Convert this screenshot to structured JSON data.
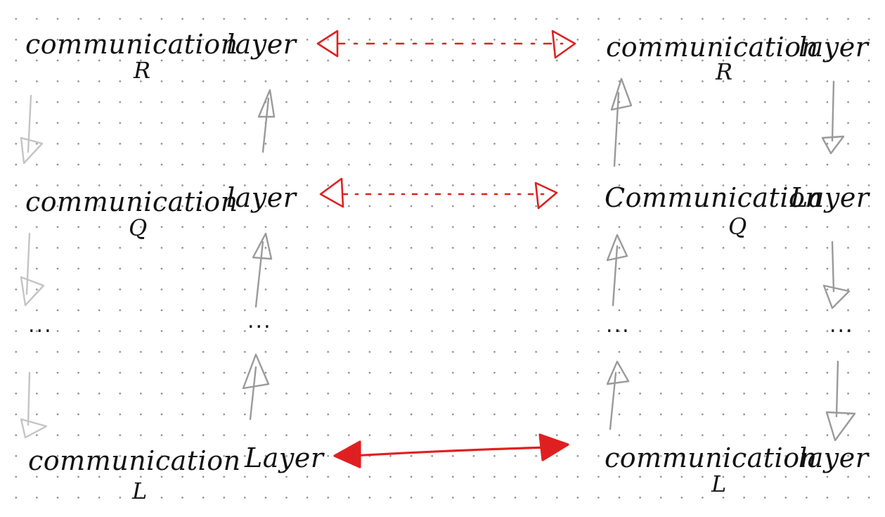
{
  "colors": {
    "text": "#111111",
    "peer_arrow": "#e02020",
    "flow_arrow": "#9a9a9a",
    "flow_arrow_light": "#c4c4c4",
    "grid_dot": "#8a8a8a"
  },
  "left_stack": {
    "layer_r": {
      "title": "communication",
      "subscript": "R",
      "word": "layer"
    },
    "layer_q": {
      "title": "communication",
      "subscript": "Q",
      "word": "layer"
    },
    "ellipsis_outer": "...",
    "ellipsis_inner": "...",
    "layer_l": {
      "title": "communication",
      "subscript": "L",
      "word": "Layer"
    }
  },
  "right_stack": {
    "layer_r": {
      "title": "communication",
      "subscript": "R",
      "word": "layer"
    },
    "layer_q": {
      "title": "Communication",
      "subscript": "Q",
      "word": "Layer"
    },
    "ellipsis_inner": "...",
    "ellipsis_outer": "...",
    "layer_l": {
      "title": "communication",
      "subscript": "L",
      "word": "layer"
    }
  },
  "peer_links": [
    {
      "between": "R",
      "style": "dotted"
    },
    {
      "between": "Q",
      "style": "dotted"
    },
    {
      "between": "L",
      "style": "solid"
    }
  ]
}
